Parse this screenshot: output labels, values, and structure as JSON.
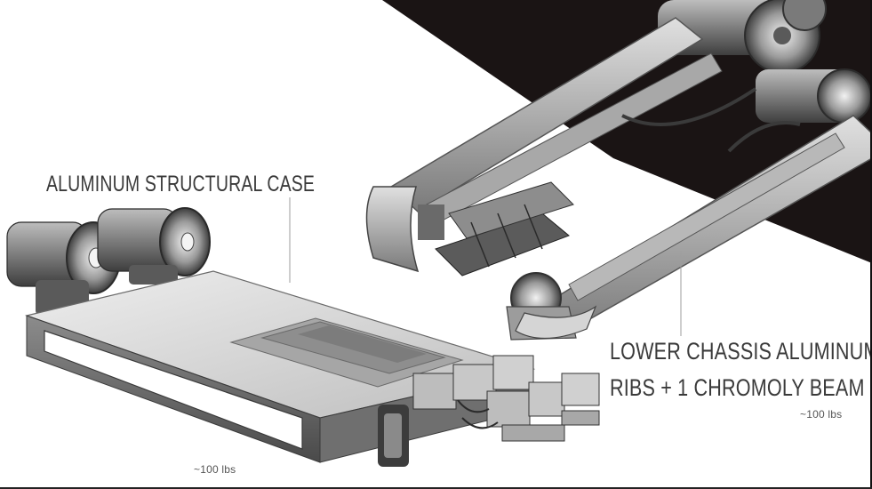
{
  "labels": {
    "case_title": "ALUMINUM STRUCTURAL CASE",
    "case_weight": "~100 lbs",
    "chassis_title_line1": "LOWER CHASSIS ALUMINUM",
    "chassis_title_line2": "RIBS + 1 CHROMOLY BEAM",
    "chassis_weight": "~100 lbs"
  },
  "colors": {
    "background": "#ffffff",
    "dark_backdrop": "#1a1414",
    "metal_light": "#d9d9d9",
    "metal_mid": "#9a9a9a",
    "metal_dark": "#4a4a4a",
    "text": "#3a3a3a",
    "leader_line": "#9e9e9e"
  }
}
